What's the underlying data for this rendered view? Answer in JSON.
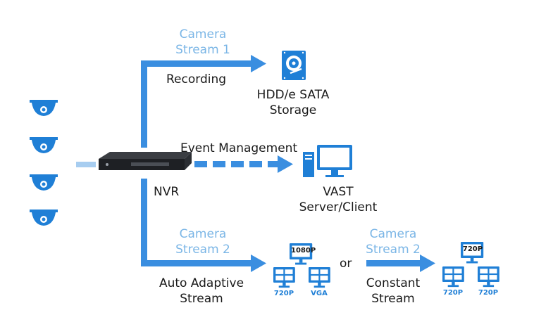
{
  "colors": {
    "arrow": "#3a8ee0",
    "arrow_light": "#a7cdf0",
    "icon": "#1f7fd6",
    "label_blue": "#7bb6e6",
    "text": "#1a1a1a"
  },
  "labels": {
    "camera_stream_1_line1": "Camera",
    "camera_stream_1_line2": "Stream 1",
    "recording": "Recording",
    "hdd_line1": "HDD/e SATA",
    "hdd_line2": "Storage",
    "event_management": "Event Management",
    "nvr": "NVR",
    "vast_line1": "VAST",
    "vast_line2": "Server/Client",
    "camera_stream_2a_line1": "Camera",
    "camera_stream_2a_line2": "Stream 2",
    "auto_adaptive_line1": "Auto Adaptive",
    "auto_adaptive_line2": "Stream",
    "or": "or",
    "camera_stream_2b_line1": "Camera",
    "camera_stream_2b_line2": "Stream 2",
    "constant_line1": "Constant",
    "constant_line2": "Stream"
  },
  "monitor_tags": {
    "adaptive_top": "1080P",
    "adaptive_left": "720P",
    "adaptive_right": "VGA",
    "constant_top": "720P",
    "constant_left": "720P",
    "constant_right": "720P"
  },
  "icons": {
    "cameras": [
      "dome-camera-icon",
      "dome-camera-icon",
      "dome-camera-icon",
      "dome-camera-icon"
    ],
    "nvr": "nvr-device-icon",
    "storage": "hard-drive-icon",
    "workstation": "desktop-computer-icon",
    "monitors": "monitor-icon"
  }
}
